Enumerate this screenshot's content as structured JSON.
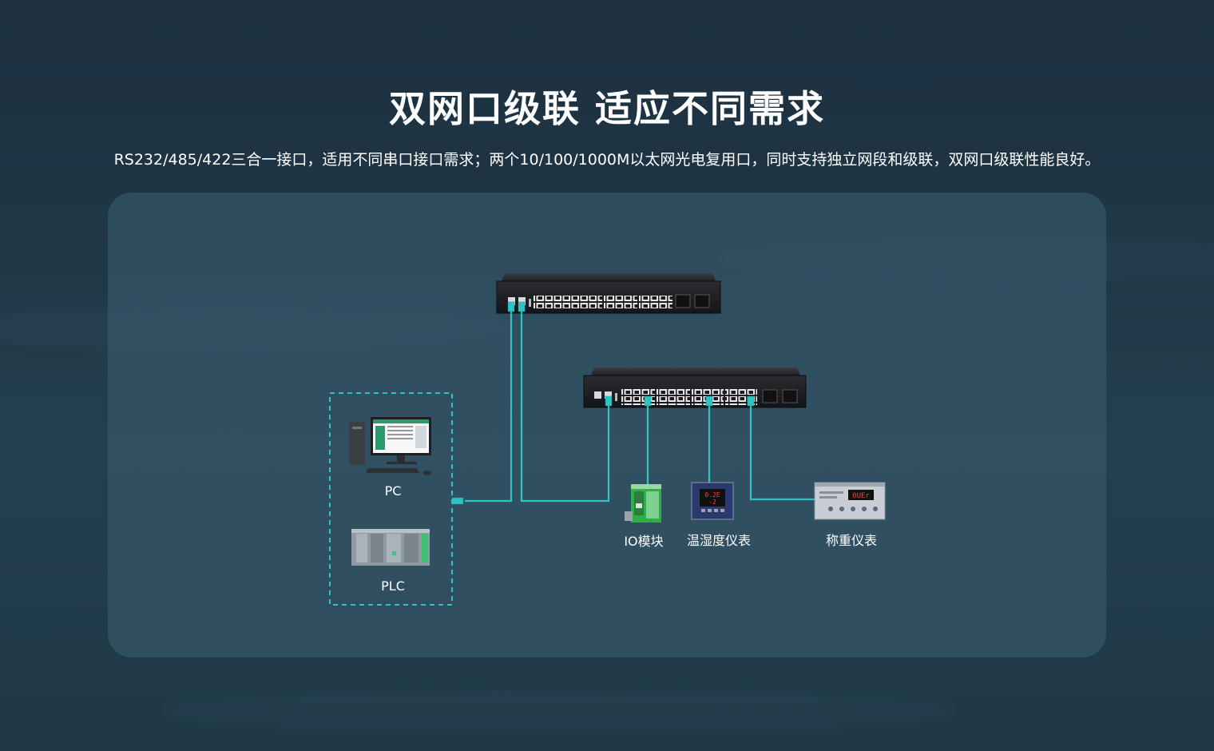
{
  "header": {
    "title": "双网口级联 适应不同需求",
    "subtitle": "RS232/485/422三合一接口，适用不同串口接口需求；两个10/100/1000M以太网光电复用口，同时支持独立网段和级联，双网口级联性能良好。"
  },
  "diagram": {
    "pc_label": "PC",
    "plc_label": "PLC",
    "io_label": "IO模块",
    "temp_label": "温湿度仪表",
    "weigh_label": "称重仪表",
    "weigh_display": "0UEr",
    "temp_display_1": "0.2E",
    "temp_display_2": "-2",
    "cable_color": "#2fc4c4",
    "dashed_border_color": "#2fc4c4"
  }
}
